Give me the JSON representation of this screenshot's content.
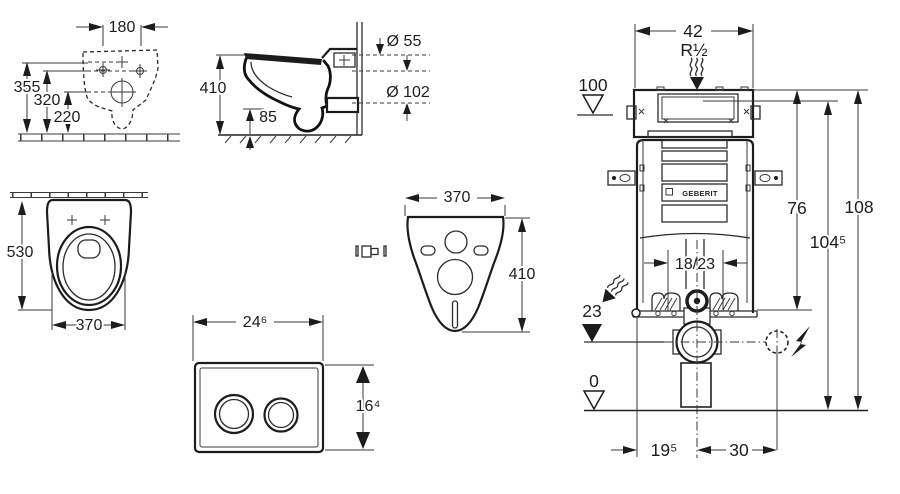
{
  "drawing": {
    "front_view": {
      "bolt_spacing": "180",
      "height_top": "355",
      "height_mid": "320",
      "height_low": "220"
    },
    "side_view": {
      "height": "410",
      "inlet_dia": "Ø 55",
      "outlet_dia": "Ø 102",
      "outlet_height": "85"
    },
    "top_view": {
      "depth": "530",
      "width": "370"
    },
    "pad_view": {
      "width": "370",
      "height": "410"
    },
    "plate_view": {
      "width": "24⁶",
      "height": "16⁴"
    },
    "frame_view": {
      "width": "42",
      "thread": "R½",
      "supply_level": "100",
      "frame_height": "76",
      "total_height": "108",
      "alt_height": "104⁵",
      "foot_range": "18/23",
      "drain_level": "23",
      "floor_level": "0",
      "drain_offset": "19⁵",
      "power_offset": "30",
      "brand": "GEBERIT"
    }
  }
}
